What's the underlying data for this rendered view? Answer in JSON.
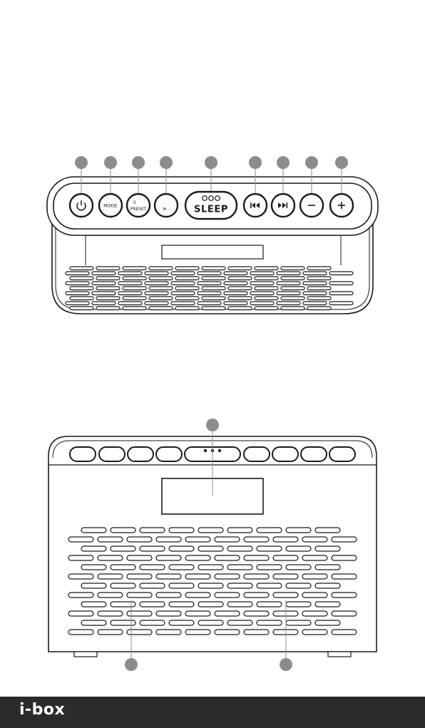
{
  "top_view": {
    "buttons": [
      {
        "id": "power",
        "icon": "power-icon",
        "label": ""
      },
      {
        "id": "mode",
        "icon": "",
        "label": "MODE"
      },
      {
        "id": "preset",
        "icon": "",
        "label_line1": "S",
        "label_line2": "PRESET"
      },
      {
        "id": "memory",
        "icon": "",
        "label": "M"
      },
      {
        "id": "sleep",
        "icon": "three-dots-icon",
        "label": "SLEEP"
      },
      {
        "id": "previous",
        "icon": "skip-previous-icon",
        "label": ""
      },
      {
        "id": "next",
        "icon": "skip-next-icon",
        "label": ""
      },
      {
        "id": "volume-down",
        "icon": "minus-icon",
        "label": ""
      },
      {
        "id": "volume-up",
        "icon": "plus-icon",
        "label": ""
      }
    ]
  },
  "footer": {
    "brand": "i-box",
    "background": "#2b2b2b",
    "text_color": "#ffffff"
  },
  "colors": {
    "line": "#1a1a1a",
    "callout": "#8c8c8c",
    "background": "#ffffff"
  }
}
